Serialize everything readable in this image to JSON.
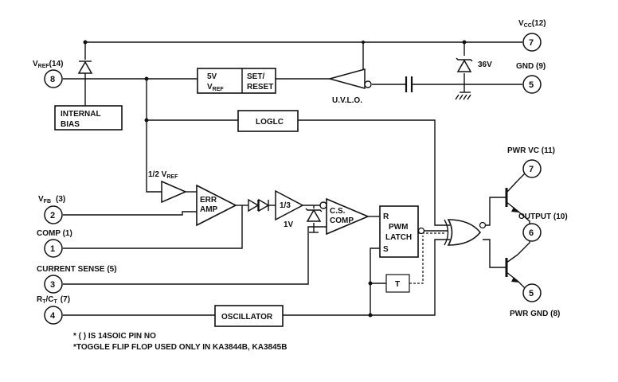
{
  "pins": {
    "vref": {
      "label": "V",
      "sub": "REF",
      "num": "(14)",
      "pin": "8"
    },
    "vcc": {
      "label": "V",
      "sub": "CC",
      "num": "(12)",
      "pin": "7"
    },
    "gnd": {
      "label": "GND (9)",
      "pin": "5"
    },
    "vfb": {
      "label": "V",
      "sub": "FB",
      "num": "(3)",
      "pin": "2"
    },
    "comp": {
      "label": "COMP (1)",
      "pin": "1"
    },
    "cs": {
      "label": "CURRENT SENSE (5)",
      "pin": "3"
    },
    "rtct": {
      "label": "R",
      "sub1": "T",
      "mid": "/C",
      "sub2": "T",
      "num": "(7)",
      "pin": "4"
    },
    "pwrvc": {
      "label": "PWR VC (11)",
      "pin": "7"
    },
    "output": {
      "label": "OUTPUT (10)",
      "pin": "6"
    },
    "pwrgnd": {
      "label": "PWR GND (8)",
      "pin": "5"
    }
  },
  "blocks": {
    "internal_bias": [
      "INTERNAL",
      "BIAS"
    ],
    "vref5": {
      "line1": "5V",
      "line2": "V",
      "line2_sub": "REF"
    },
    "set_reset": [
      "SET/",
      "RESET"
    ],
    "uvlo": "U.V.L.O.",
    "logic": "LOGLC",
    "half_vref": {
      "text": "1/2 V",
      "sub": "REF"
    },
    "err_amp": [
      "ERR",
      "AMP"
    ],
    "one_third": "1/3",
    "one_volt": "1V",
    "cs_comp": [
      "C.S.",
      "COMP"
    ],
    "pwm_latch": {
      "r": "R",
      "line1": "PWM",
      "line2": "LATCH",
      "s": "S"
    },
    "toggle": "T",
    "oscillator": "OSCILLATOR",
    "zener": "36V"
  },
  "notes": [
    "* (   ) IS 14SOIC PIN NO",
    "*TOGGLE FLIP FLOP USED ONLY IN KA3844B, KA3845B"
  ]
}
